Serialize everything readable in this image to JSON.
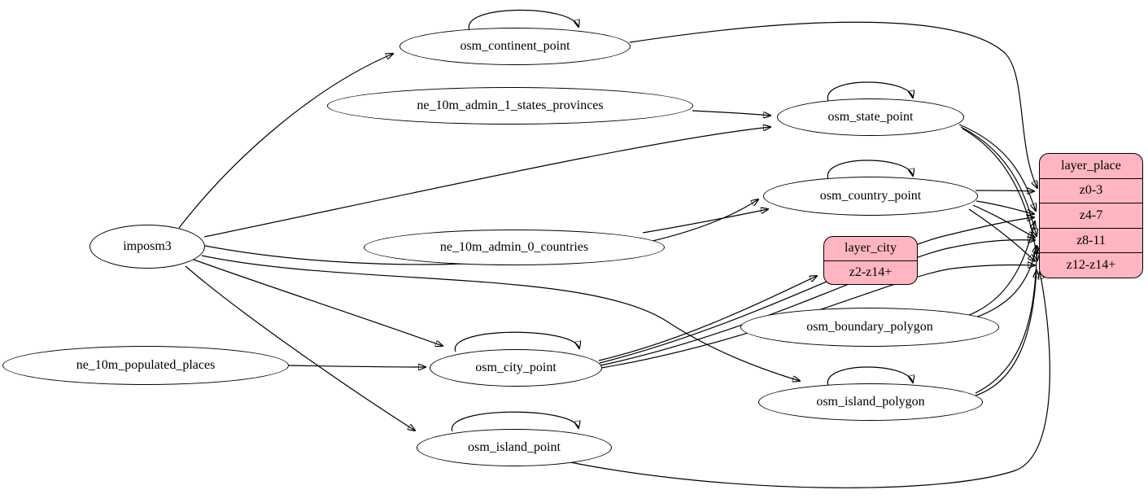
{
  "diagram": {
    "type": "graphviz-digraph",
    "colors": {
      "background": "#ffffff",
      "node_fill": "#ffffff",
      "record_fill": "#ffb6c1",
      "stroke": "#000000"
    },
    "nodes": {
      "imposm3": {
        "label": "imposm3",
        "shape": "ellipse"
      },
      "osm_continent_point": {
        "label": "osm_continent_point",
        "shape": "ellipse",
        "self_loop": true
      },
      "ne_10m_admin_1_states_provinces": {
        "label": "ne_10m_admin_1_states_provinces",
        "shape": "ellipse"
      },
      "osm_state_point": {
        "label": "osm_state_point",
        "shape": "ellipse",
        "self_loop": true
      },
      "osm_country_point": {
        "label": "osm_country_point",
        "shape": "ellipse",
        "self_loop": true
      },
      "ne_10m_admin_0_countries": {
        "label": "ne_10m_admin_0_countries",
        "shape": "ellipse"
      },
      "osm_boundary_polygon": {
        "label": "osm_boundary_polygon",
        "shape": "ellipse"
      },
      "osm_city_point": {
        "label": "osm_city_point",
        "shape": "ellipse",
        "self_loop": true
      },
      "osm_island_polygon": {
        "label": "osm_island_polygon",
        "shape": "ellipse",
        "self_loop": true
      },
      "ne_10m_populated_places": {
        "label": "ne_10m_populated_places",
        "shape": "ellipse"
      },
      "osm_island_point": {
        "label": "osm_island_point",
        "shape": "ellipse",
        "self_loop": true
      }
    },
    "records": {
      "layer_city": {
        "title": "layer_city",
        "rows": [
          "z2-z14+"
        ]
      },
      "layer_place": {
        "title": "layer_place",
        "rows": [
          "z0-3",
          "z4-7",
          "z8-11",
          "z12-z14+"
        ]
      }
    },
    "edges": [
      {
        "from": "imposm3",
        "to": "osm_continent_point"
      },
      {
        "from": "imposm3",
        "to": "osm_state_point"
      },
      {
        "from": "imposm3",
        "to": "osm_country_point"
      },
      {
        "from": "imposm3",
        "to": "osm_city_point"
      },
      {
        "from": "imposm3",
        "to": "osm_island_point"
      },
      {
        "from": "imposm3",
        "to": "osm_island_polygon"
      },
      {
        "from": "ne_10m_admin_1_states_provinces",
        "to": "osm_state_point"
      },
      {
        "from": "ne_10m_admin_0_countries",
        "to": "osm_country_point"
      },
      {
        "from": "ne_10m_populated_places",
        "to": "osm_city_point"
      },
      {
        "from": "osm_continent_point",
        "to": "osm_continent_point"
      },
      {
        "from": "osm_state_point",
        "to": "osm_state_point"
      },
      {
        "from": "osm_country_point",
        "to": "osm_country_point"
      },
      {
        "from": "osm_city_point",
        "to": "osm_city_point"
      },
      {
        "from": "osm_island_point",
        "to": "osm_island_point"
      },
      {
        "from": "osm_island_polygon",
        "to": "osm_island_polygon"
      },
      {
        "from": "osm_continent_point",
        "to": "layer_place:z0-3"
      },
      {
        "from": "osm_country_point",
        "to": "layer_place:z0-3"
      },
      {
        "from": "osm_country_point",
        "to": "layer_place:z4-7"
      },
      {
        "from": "osm_country_point",
        "to": "layer_place:z8-11"
      },
      {
        "from": "osm_country_point",
        "to": "layer_place:z12-z14+"
      },
      {
        "from": "osm_state_point",
        "to": "layer_place:z4-7"
      },
      {
        "from": "osm_state_point",
        "to": "layer_place:z8-11"
      },
      {
        "from": "osm_state_point",
        "to": "layer_place:z12-z14+"
      },
      {
        "from": "osm_city_point",
        "to": "layer_city:z2-z14+"
      },
      {
        "from": "osm_city_point",
        "to": "layer_place:z4-7"
      },
      {
        "from": "osm_city_point",
        "to": "layer_place:z8-11"
      },
      {
        "from": "osm_city_point",
        "to": "layer_place:z12-z14+"
      },
      {
        "from": "osm_boundary_polygon",
        "to": "layer_place:z4-7"
      },
      {
        "from": "osm_boundary_polygon",
        "to": "layer_place:z8-11"
      },
      {
        "from": "osm_island_polygon",
        "to": "layer_place:z8-11"
      },
      {
        "from": "osm_island_polygon",
        "to": "layer_place:z12-z14+"
      },
      {
        "from": "osm_island_point",
        "to": "layer_place:z12-z14+"
      }
    ]
  }
}
